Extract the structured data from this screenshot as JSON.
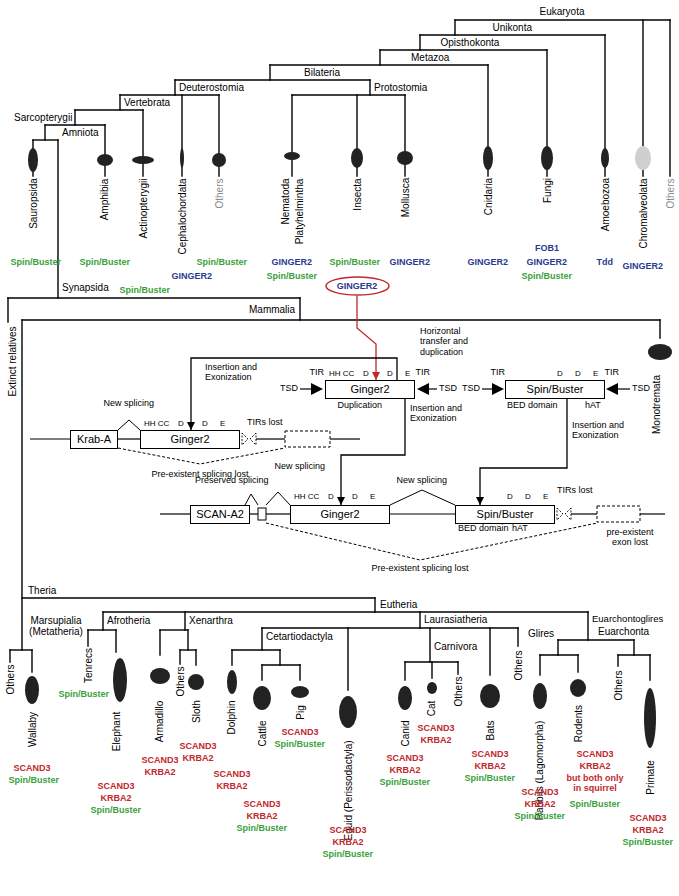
{
  "diagram": {
    "nodes": [
      {
        "text": [
          "GINGER2"
        ]
      },
      {
        "text": [
          "Ginger2"
        ]
      },
      {
        "text": [
          "Spin/Buster"
        ]
      },
      {
        "text": [
          "Krab-A"
        ]
      },
      {
        "text": [
          "Ginger2"
        ]
      },
      {
        "text": [
          "SCAN-A2"
        ]
      },
      {
        "text": [
          "Ginger2"
        ]
      },
      {
        "text": [
          "Spin/Buster"
        ]
      }
    ],
    "edges": [
      {
        "from": 0,
        "to": 1,
        "arrow": "to",
        "label": "Horizontal transfer and duplication"
      },
      {
        "from": 1,
        "to": 4,
        "arrow": "to",
        "label": "Insertion and Exonization"
      },
      {
        "from": 1,
        "to": 6,
        "arrow": "to",
        "label": "Insertion and Exonization"
      },
      {
        "from": 2,
        "to": 7,
        "arrow": "to",
        "label": "Insertion and Exonization"
      }
    ],
    "labels": [
      "Eukaryota",
      "Unikonta",
      "Opisthokonta",
      "Metazoa",
      "Bilateria",
      "Deuterostomia",
      "Protostomia",
      "Vertebrata",
      "Sarcopterygii",
      "Amniota",
      "Sauropsida",
      "Amphibia",
      "Actinopterygii",
      "Cephalochordata",
      "Others",
      "Nematoda",
      "Platyhelmintha",
      "Insecta",
      "Mollusca",
      "Cnidaria",
      "Fungi",
      "Amoebozoa",
      "Chromalveolata",
      "Others",
      "Spin/Buster",
      "Spin/Buster",
      "Spin/Buster",
      "GINGER2",
      "Spin/Buster",
      "GINGER2",
      "Spin/Buster",
      "Spin/Buster",
      "GINGER2",
      "GINGER2",
      "FOB1",
      "GINGER2",
      "Spin/Buster",
      "Tdd",
      "GINGER2",
      "Synapsida",
      "Extinct relatives",
      "Mammalia",
      "Monotremata",
      "HH CC",
      "D",
      "D",
      "E",
      "TIR",
      "TIR",
      "TSD",
      "TSD",
      "Duplication",
      "TIR",
      "D",
      "D",
      "E",
      "TIR",
      "TSD",
      "TSD",
      "BED domain",
      "hAT",
      "New splicing",
      "HH CC",
      "D",
      "D",
      "E",
      "TIRs lost",
      "Pre-existent splicing lost",
      "Preserved splicing",
      "New splicing",
      "HH CC",
      "D",
      "D",
      "E",
      "New splicing",
      "D",
      "D",
      "E",
      "BED domain",
      "hAT",
      "TIRs lost",
      "pre-existent exon lost",
      "Pre-existent splicing lost",
      "Theria",
      "Eutheria",
      "Marsupialia (Metatheria)",
      "Afrotheria",
      "Xenarthra",
      "Laurasiatheria",
      "Euarchontoglires",
      "Cetartiodactyla",
      "Carnivora",
      "Glires",
      "Euarchonta",
      "Others",
      "Wallaby",
      "Tenrecs",
      "Elephant",
      "Armadillo",
      "Others",
      "Sloth",
      "Dolphin",
      "Cattle",
      "Pig",
      "Equid (Perissodactyla)",
      "Canid",
      "Cat",
      "Others",
      "Bats",
      "Others",
      "Rabbits (Lagomorpha)",
      "Rodents",
      "Others",
      "Primate",
      "SCAND3",
      "Spin/Buster",
      "Spin/Buster",
      "SCAND3",
      "KRBA2",
      "Spin/Buster",
      "SCAND3",
      "KRBA2",
      "SCAND3",
      "KRBA2",
      "SCAND3",
      "KRBA2",
      "SCAND3",
      "KRBA2",
      "Spin/Buster",
      "SCAND3",
      "Spin/Buster",
      "SCAND3",
      "KRBA2",
      "Spin/Buster",
      "SCAND3",
      "KRBA2",
      "Spin/Buster",
      "SCAND3",
      "KRBA2",
      "SCAND3",
      "KRBA2",
      "Spin/Buster",
      "SCAND3",
      "KRBA2",
      "Spin/Buster",
      "SCAND3",
      "KRBA2",
      "but both only in squirrel",
      "Spin/Buster",
      "SCAND3",
      "KRBA2",
      "Spin/Buster"
    ]
  }
}
